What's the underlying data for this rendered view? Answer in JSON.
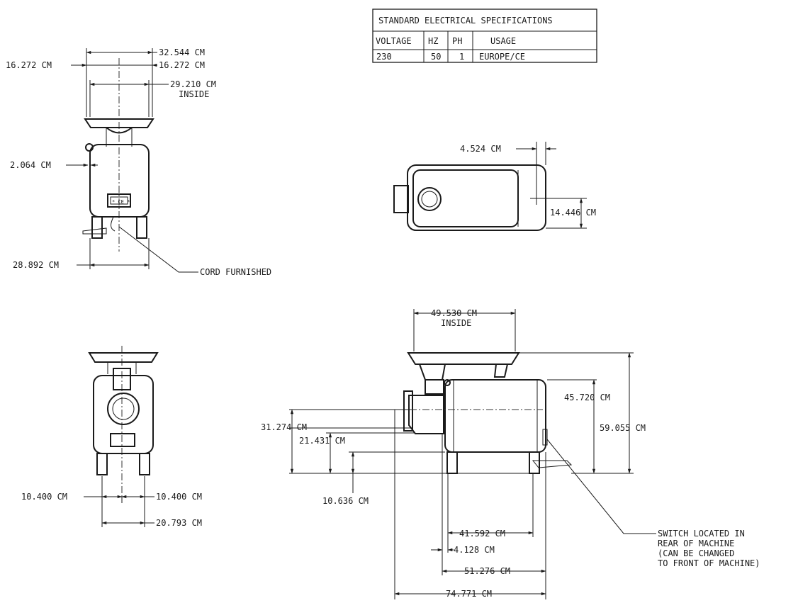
{
  "spec_table": {
    "title": "STANDARD ELECTRICAL SPECIFICATIONS",
    "headers": [
      "VOLTAGE",
      "HZ",
      "PH",
      "USAGE"
    ],
    "row": [
      "230",
      "50",
      "1",
      "EUROPE/CE"
    ]
  },
  "front_view": {
    "overall_width": "32.544 CM",
    "left_half": "16.272 CM",
    "right_half": "16.272 CM",
    "inside_width": "29.210 CM",
    "inside_label": "INSIDE",
    "offset": "2.064 CM",
    "base_width": "28.892 CM",
    "cord_note": "CORD FURNISHED",
    "plate_label": "* CE *"
  },
  "top_view": {
    "offset_x": "4.524 CM",
    "offset_y": "14.446 CM"
  },
  "rear_view": {
    "left_half": "10.400 CM",
    "right_half": "10.400 CM",
    "base_width": "20.793 CM"
  },
  "side_view": {
    "inside_width": "49.530 CM",
    "inside_label": "INSIDE",
    "body_height": "45.720 CM",
    "overall_height": "59.055 CM",
    "outlet_height": "31.274 CM",
    "mid_height": "21.431 CM",
    "low_height": "10.636 CM",
    "dim_41": "41.592 CM",
    "dim_4": "4.128 CM",
    "dim_51": "51.276 CM",
    "overall_length": "74.771 CM",
    "switch_note": [
      "SWITCH LOCATED IN",
      "REAR OF MACHINE",
      "(CAN BE CHANGED",
      "TO FRONT OF MACHINE)"
    ]
  }
}
